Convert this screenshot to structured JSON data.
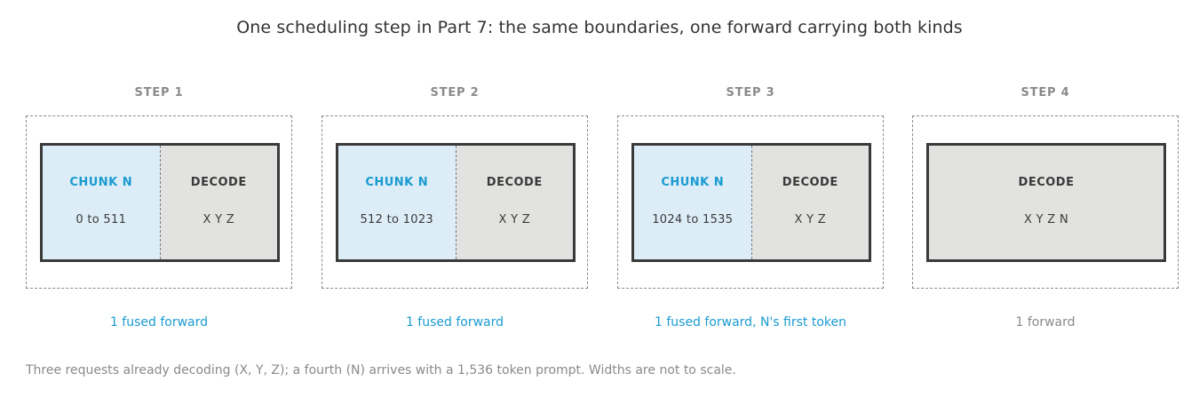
{
  "title": "One scheduling step in Part 7: the same boundaries, one forward carrying both kinds",
  "steps": [
    {
      "label": "STEP 1",
      "chunk": {
        "title": "CHUNK N",
        "value": "0 to 511"
      },
      "decode": {
        "title": "DECODE",
        "value": "X Y Z"
      },
      "caption": "1 fused forward"
    },
    {
      "label": "STEP 2",
      "chunk": {
        "title": "CHUNK N",
        "value": "512 to 1023"
      },
      "decode": {
        "title": "DECODE",
        "value": "X Y Z"
      },
      "caption": "1 fused forward"
    },
    {
      "label": "STEP 3",
      "chunk": {
        "title": "CHUNK N",
        "value": "1024 to 1535"
      },
      "decode": {
        "title": "DECODE",
        "value": "X Y Z"
      },
      "caption": "1 fused forward, N's first token"
    },
    {
      "label": "STEP 4",
      "decode": {
        "title": "DECODE",
        "value": "X Y Z N"
      },
      "caption": "1 forward"
    }
  ],
  "footnote": "Three requests already decoding (X, Y, Z); a fourth (N) arrives with a 1,536 token prompt. Widths are not to scale.",
  "colors": {
    "chunk_accent": "#1a9bd1",
    "chunk_fill": "#dcedf7",
    "decode_fill": "#e2e2e0",
    "muted": "#8a8a8a"
  }
}
